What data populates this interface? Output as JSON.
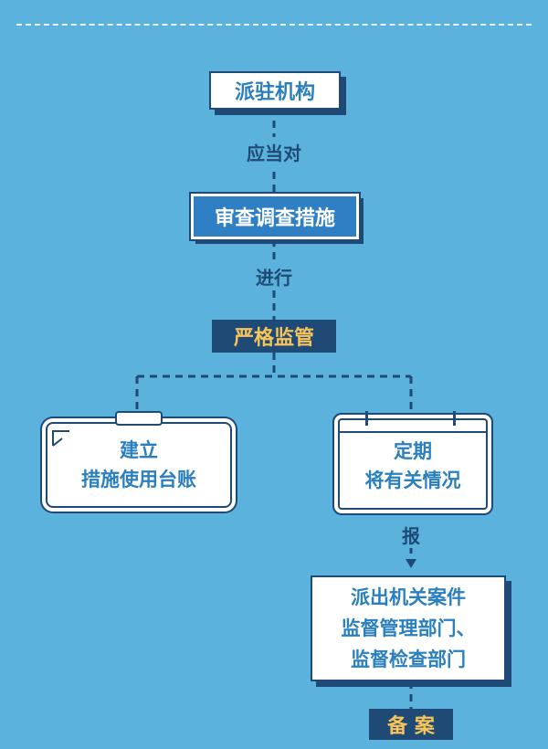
{
  "colors": {
    "background": "#5ab2dd",
    "navy": "#1f4a75",
    "text_blue": "#2a7fbf",
    "box_blue": "#2f7fc4",
    "accent_yellow": "#f6c45a",
    "white": "#ffffff"
  },
  "nodes": {
    "agency": "派驻机构",
    "review_measures": "审查调查措施",
    "strict_supervision": "严格监管",
    "ledger_line1": "建立",
    "ledger_line2": "措施使用台账",
    "report_line1": "定期",
    "report_line2": "将有关情况",
    "dept_line1": "派出机关案件",
    "dept_line2": "监督管理部门、",
    "dept_line3": "监督检查部门",
    "filing": "备 案"
  },
  "edge_labels": {
    "should_target": "应当对",
    "conduct": "进行",
    "report": "报"
  }
}
